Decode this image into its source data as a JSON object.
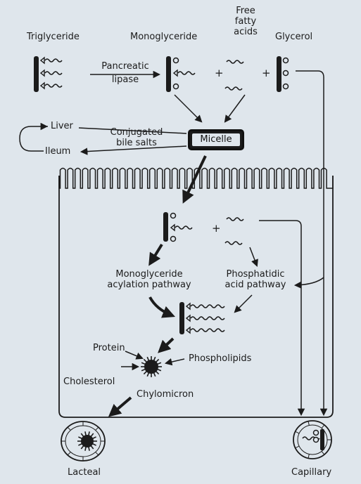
{
  "labels": {
    "triglyceride": "Triglyceride",
    "monoglyceride": "Monoglyceride",
    "free_fatty_acids": [
      "Free",
      "fatty",
      "acids"
    ],
    "glycerol": "Glycerol",
    "pancreatic_lipase": [
      "Pancreatic",
      "lipase"
    ],
    "liver": "Liver",
    "ileum": "Ileum",
    "conjugated_bile_salts": [
      "Conjugated",
      "bile salts"
    ],
    "micelle": "Micelle",
    "plus": "+",
    "monoglyceride_acylation_pathway": [
      "Monoglyceride",
      "acylation pathway"
    ],
    "phosphatidic_acid_pathway": [
      "Phosphatidic",
      "acid pathway"
    ],
    "protein": "Protein",
    "phospholipids": "Phospholipids",
    "cholesterol": "Cholesterol",
    "chylomicron": "Chylomicron",
    "lacteal": "Lacteal",
    "capillary": "Capillary"
  },
  "colors": {
    "background": "#dfe6ec",
    "ink": "#1b1b1b"
  }
}
